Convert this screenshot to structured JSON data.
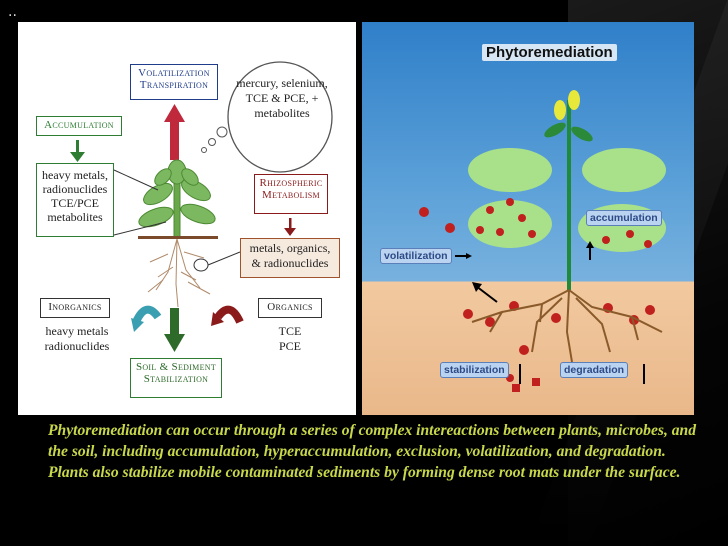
{
  "slide": {
    "corner_mark": "..",
    "caption": "Phytoremediation can occur through a series of complex intereactions between plants, microbes, and the soil, including accumulation, hyperaccumulation, exclusion, volatilization, and degradation.  Plants also stabilize mobile contaminated sediments by forming dense root mats under the surface."
  },
  "left_diagram": {
    "volatilization": "Volatilization Transpiration",
    "cloud": "mercury, selenium, TCE & PCE, + metabolites",
    "accumulation": "Accumulation",
    "accum_list": "heavy metals, radionuclides TCE/PCE metabolites",
    "rhizospheric": "Rhizospheric Metabolism",
    "rhizo_list": "metals, organics, & radionuclides",
    "inorganics_title": "Inorganics",
    "inorganics_list": "heavy metals radionuclides",
    "organics_title": "Organics",
    "organics_list": "TCE PCE",
    "soil": "Soil & Sediment Stabilization"
  },
  "right_diagram": {
    "title": "Phytoremediation",
    "accumulation": "accumulation",
    "volatilization": "volatilization",
    "stabilization": "stabilization",
    "degradation": "degradation"
  },
  "colors": {
    "caption": "#c8d84a",
    "water": "#5fa3d9",
    "soil": "#e9b88a",
    "leaf": "#a9e08a"
  }
}
